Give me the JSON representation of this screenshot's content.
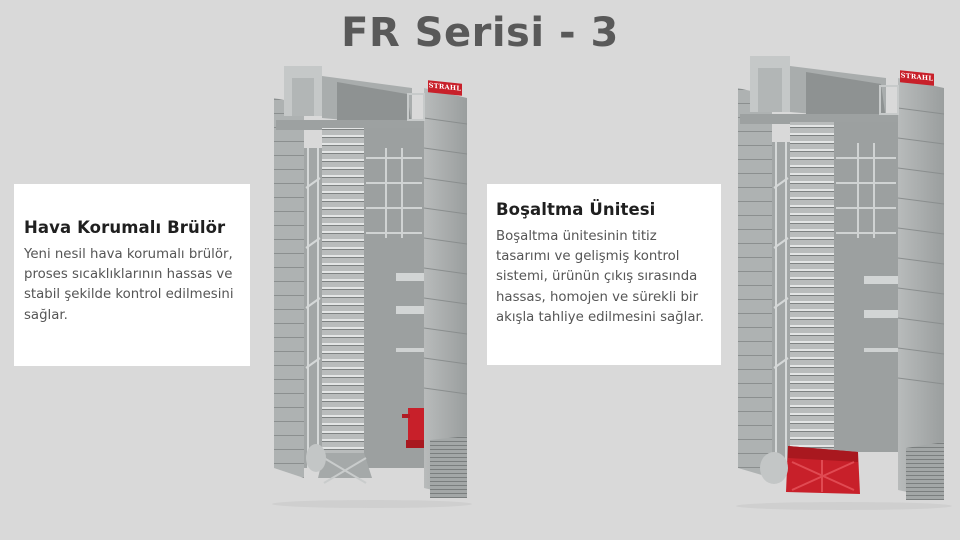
{
  "slide": {
    "title": "FR Serisi - 3",
    "background_color": "#d9d9d9",
    "title_color": "#595959",
    "accent_color": "#c8202a"
  },
  "cards": [
    {
      "heading": "Hava Korumalı Brülör",
      "body": "Yeni nesil hava korumalı brülör, proses sıcaklıklarının hassas ve stabil şekilde kontrol edilmesini sağlar."
    },
    {
      "heading": "Boşaltma Ünitesi",
      "body": "Boşaltma ünitesinin titiz tasarımı ve gelişmiş kontrol sistemi, ürünün çıkış sırasında hassas, homojen ve sürekli bir akışla tahliye edilmesini sağlar."
    }
  ],
  "images": [
    {
      "subject": "dryer-tower-render",
      "highlight": "burner",
      "brand_label": "STRAHL"
    },
    {
      "subject": "dryer-tower-render",
      "highlight": "discharge-unit",
      "brand_label": "STRAHL"
    }
  ]
}
